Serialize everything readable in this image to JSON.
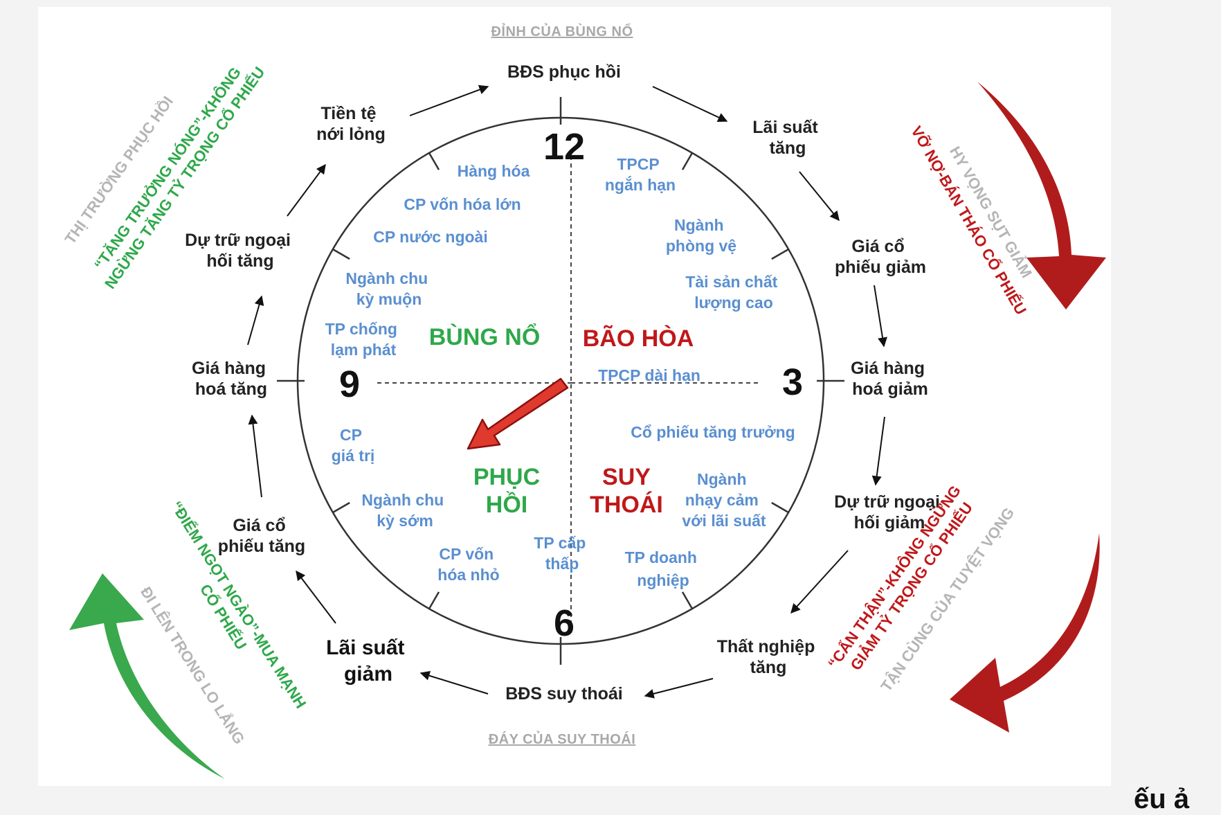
{
  "top_label": "ĐỈNH CỦA BÙNG NỔ",
  "bottom_label": "ĐÁY CỦA SUY THOÁI",
  "clock_numbers": {
    "twelve": "12",
    "three": "3",
    "six": "6",
    "nine": "9"
  },
  "quadrants": {
    "bung_no": "BÙNG NỔ",
    "bao_hoa": "BÃO HÒA",
    "phuc_hoi": [
      "PHỤC",
      "HỒI"
    ],
    "suy_thoai": [
      "SUY",
      "THOÁI"
    ]
  },
  "cycle_nodes": {
    "bds_phuc_hoi": [
      "BĐS phục hồi"
    ],
    "lai_suat_tang": [
      "Lãi suất",
      "tăng"
    ],
    "gia_cp_giam": [
      "Giá cổ",
      "phiếu giảm"
    ],
    "gia_hang_hoa_giam": [
      "Giá hàng",
      "hoá giảm"
    ],
    "du_tru_giam": [
      "Dự trữ ngoại",
      "hối giảm"
    ],
    "that_nghiep_tang": [
      "Thất nghiệp",
      "tăng"
    ],
    "bds_suy_thoai": [
      "BĐS suy thoái"
    ],
    "lai_suat_giam": [
      "Lãi suất",
      "giảm"
    ],
    "gia_cp_tang": [
      "Giá cổ",
      "phiếu tăng"
    ],
    "gia_hang_hoa_tang": [
      "Giá hàng",
      "hoá tăng"
    ],
    "du_tru_tang": [
      "Dự trữ ngoại",
      "hối tăng"
    ],
    "tien_te_noi_long": [
      "Tiền tệ",
      "nới lỏng"
    ]
  },
  "assets": {
    "hang_hoa": [
      "Hàng hóa"
    ],
    "cp_von_hoa_lon": [
      "CP vốn hóa lớn"
    ],
    "cp_nuoc_ngoai": [
      "CP nước ngoài"
    ],
    "nganh_chu_ky_muon": [
      "Ngành chu",
      "kỳ muộn"
    ],
    "tp_chong_lam_phat": [
      "TP chống",
      "lạm phát"
    ],
    "tpcp_ngan_han": [
      "TPCP",
      "ngắn hạn"
    ],
    "nganh_phong_ve": [
      "Ngành",
      "phòng vệ"
    ],
    "tai_san_chat_luong_cao": [
      "Tài sản chất",
      "lượng cao"
    ],
    "tpcp_dai_han": [
      "TPCP dài hạn"
    ],
    "co_phieu_tang_truong": [
      "Cổ phiếu tăng trưởng"
    ],
    "nganh_nhay_cam": [
      "Ngành",
      "nhạy cảm",
      "với lãi suất"
    ],
    "tp_doanh_nghiep": [
      "TP doanh",
      "nghiệp"
    ],
    "tp_cap_thap": [
      "TP cấp",
      "thấp"
    ],
    "cp_von_hoa_nho": [
      "CP vốn",
      "hóa nhỏ"
    ],
    "nganh_chu_ky_som": [
      "Ngành chu",
      "kỳ sớm"
    ],
    "cp_gia_tri": [
      "CP",
      "giá trị"
    ]
  },
  "sentiments": {
    "thi_truong_phuc_hoi": "THỊ TRƯỜNG PHỤC HỒI",
    "tang_truong_nong": [
      "“TĂNG TRƯỞNG NÓNG”-KHÔNG",
      "NGỪNG TĂNG TỶ TRỌNG CỔ PHIẾU"
    ],
    "hy_vong_sut_giam": "HY VỌNG SỤT GIẢM",
    "vo_no": "VỠ NỢ-BÁN THÁO CỔ PHIẾU",
    "can_than": [
      "“CẨN THẬN”-KHÔNG NGỪNG",
      "GIẢM TỶ TRỌNG CỔ PHIẾU"
    ],
    "tan_cung": "TẬN CÙNG CỦA TUYỆT VỌNG",
    "diem_ngot_ngao": [
      "“ĐIỂM NGỌT NGÀO”-MUA MẠNH",
      "CỔ PHIẾU"
    ],
    "di_len": "ĐI LÊN TRONG LO LẮNG"
  },
  "corner_text": "ếu ả",
  "colors": {
    "green": "#2ea84a",
    "red": "#c0181a",
    "blue": "#5a8fd0",
    "gray": "#a8a8a8",
    "arrow_red": "#b01c1c",
    "arrow_green": "#3aa84c"
  }
}
